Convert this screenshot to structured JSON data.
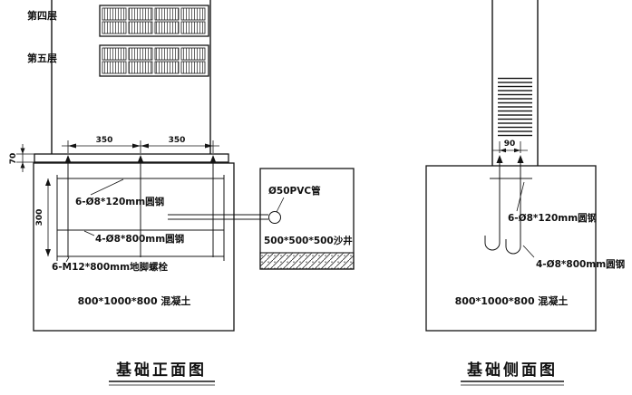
{
  "front_view": {
    "title": "基础正面图",
    "floor_labels": {
      "layer4": "第四层",
      "layer5": "第五层"
    },
    "dims": {
      "span_left": "350",
      "span_right": "350",
      "plate_height": "70",
      "cage_height": "300"
    },
    "labels": {
      "top_rebar": "6-Ø8*120mm圆钢",
      "mid_rebar": "4-Ø8*800mm圆钢",
      "anchor_bolt": "6-M12*800mm地脚螺栓",
      "concrete": "800*1000*800  混凝土"
    }
  },
  "sand_well": {
    "pvc_pipe": "Ø50PVC管",
    "well_size": "500*500*500沙井"
  },
  "side_view": {
    "title": "基础侧面图",
    "dims": {
      "bolt_spacing": "90"
    },
    "labels": {
      "top_rebar": "6-Ø8*120mm圆钢",
      "mid_rebar": "4-Ø8*800mm圆钢",
      "concrete": "800*1000*800  混凝土"
    }
  },
  "colors": {
    "line": "#141414",
    "background": "#ffffff"
  }
}
